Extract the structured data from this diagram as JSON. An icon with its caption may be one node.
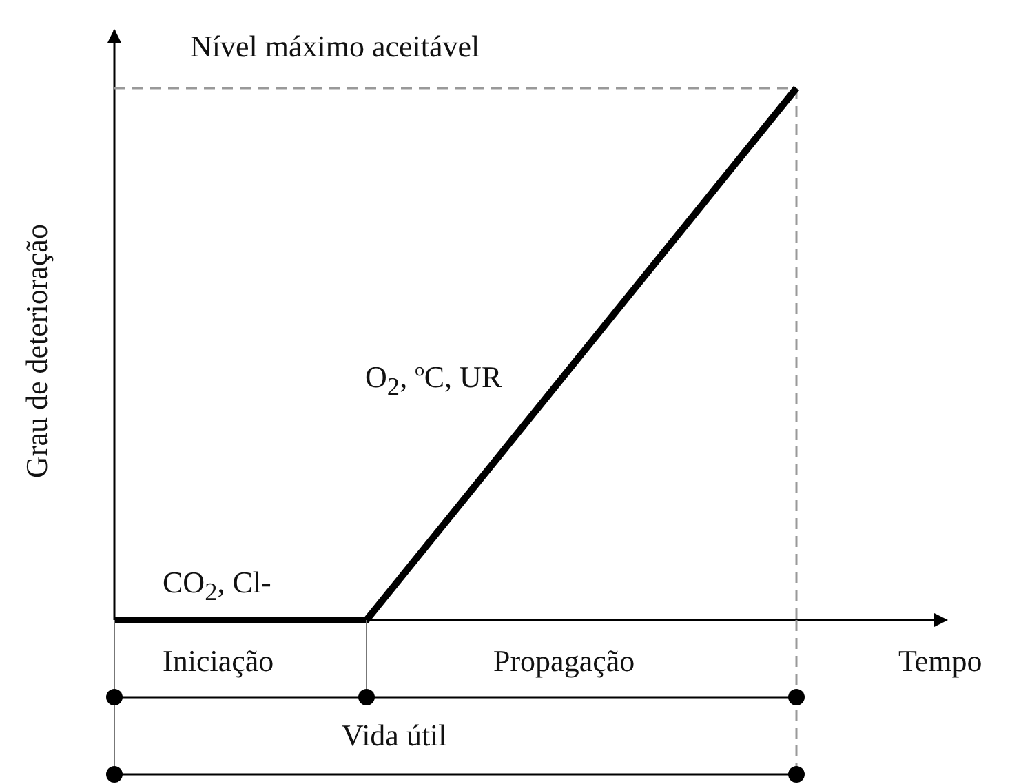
{
  "diagram": {
    "labels": [
      "Nível máximo aceitável",
      "Grau de deterioração",
      "O$_{2}$, ºC, UR",
      "CO$_{2}$, Cl-",
      "Iniciação",
      "Propagação",
      "Tempo",
      "Vida útil"
    ]
  }
}
